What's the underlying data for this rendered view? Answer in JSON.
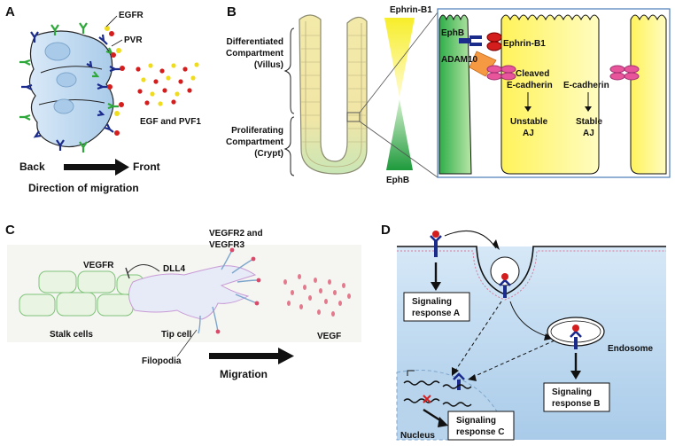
{
  "panels": {
    "a": {
      "letter": "A",
      "egfr": "EGFR",
      "pvr": "PVR",
      "ligands": "EGF and PVF1",
      "back": "Back",
      "front": "Front",
      "direction": "Direction of migration"
    },
    "b": {
      "letter": "B",
      "ephrin_top": "Ephrin-B1",
      "ephb_bottom": "EphB",
      "villus_1": "Differentiated",
      "villus_2": "Compartment",
      "villus_3": "(Villus)",
      "crypt_1": "Proliferating",
      "crypt_2": "Compartment",
      "crypt_3": "(Crypt)",
      "ephb": "EphB",
      "ephrin": "Ephrin-B1",
      "adam10": "ADAM10",
      "cleaved_1": "Cleaved",
      "cleaved_2": "E-cadherin",
      "ecad": "E-cadherin",
      "unstable_1": "Unstable",
      "unstable_2": "AJ",
      "stable_1": "Stable",
      "stable_2": "AJ"
    },
    "c": {
      "letter": "C",
      "vegfr": "VEGFR",
      "dll4": "DLL4",
      "vegfr23_1": "VEGFR2 and",
      "vegfr23_2": "VEGFR3",
      "stalk": "Stalk cells",
      "tip": "Tip cell",
      "vegf": "VEGF",
      "filopodia": "Filopodia",
      "migration": "Migration"
    },
    "d": {
      "letter": "D",
      "resp_a_1": "Signaling",
      "resp_a_2": "response A",
      "endosome": "Endosome",
      "resp_b_1": "Signaling",
      "resp_b_2": "response B",
      "resp_c_1": "Signaling",
      "resp_c_2": "response C",
      "nucleus": "Nucleus"
    }
  }
}
